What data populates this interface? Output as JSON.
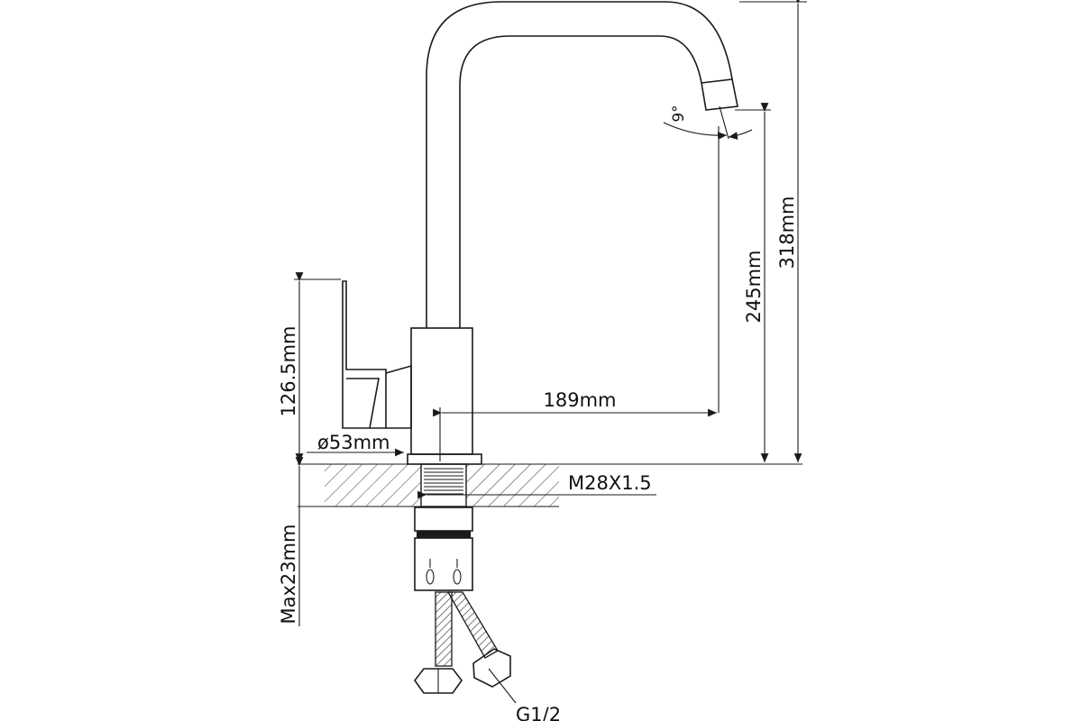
{
  "dimensions": {
    "total_height": "318mm",
    "spout_height": "245mm",
    "spout_reach": "189mm",
    "handle_height": "126.5mm",
    "base_diameter": "ø53mm",
    "thread": "M28X1.5",
    "max_countertop": "Max23mm",
    "hose_connection": "G1/2",
    "swivel_angle": "9°"
  },
  "colors": {
    "line": "#1a1a1a",
    "background": "#ffffff"
  }
}
